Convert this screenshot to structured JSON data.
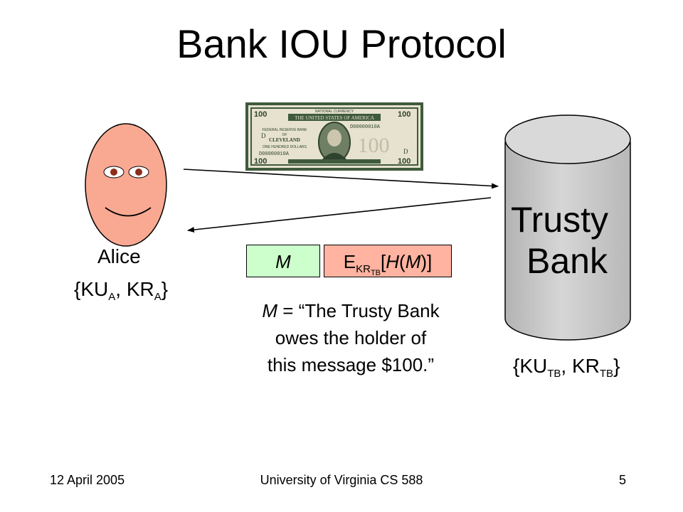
{
  "slide": {
    "title": "Bank IOU Protocol",
    "number": "5"
  },
  "alice": {
    "name": "Alice",
    "keys_prefix": "{KU",
    "keys_sub1": "A",
    "keys_mid": ", KR",
    "keys_sub2": "A",
    "keys_suffix": "}"
  },
  "bank": {
    "line1": "Trusty",
    "line2": "Bank",
    "keys_prefix": "{KU",
    "keys_sub1": "TB",
    "keys_mid": ", KR",
    "keys_sub2": "TB",
    "keys_suffix": "}"
  },
  "message": {
    "m_label": "M",
    "sig_e": "E",
    "sig_sub": "KR",
    "sig_subsub": "TB",
    "sig_open": "[",
    "sig_h": "H",
    "sig_paren_open": "(",
    "sig_m": "M",
    "sig_paren_close": ")]",
    "desc_m": "M",
    "desc_line1": " = “The Trusty Bank",
    "desc_line2": "owes the holder of",
    "desc_line3": "this message $100.”"
  },
  "banknote": {
    "top_text": "NATIONAL CURRENCY",
    "header": "THE UNITED STATES OF AMERICA",
    "denomination": "100",
    "serial": "D00000010A",
    "bank_line1": "FEDERAL RESERVE BANK",
    "bank_line2": "OF",
    "bank_line3": "CLEVELAND",
    "amount_text": "ONE HUNDRED DOLLARS",
    "letter": "D"
  },
  "footer": {
    "date": "12 April 2005",
    "course": "University of Virginia CS 588"
  },
  "colors": {
    "face": "#f9a992",
    "eye_iris": "#8b2f1a",
    "bank_fill": "#c8c8c8",
    "m_box": "#ccffcc",
    "sig_box": "#ffb3a0",
    "note_green": "#3f5a3c",
    "note_paper": "#e6e2cf"
  }
}
